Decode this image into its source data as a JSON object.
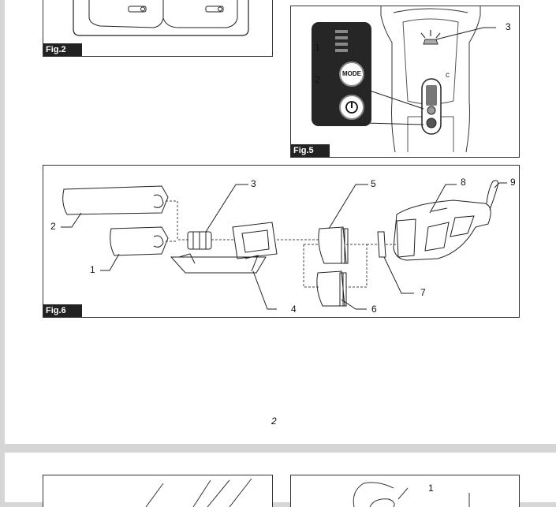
{
  "fig2": {
    "label": "Fig.2"
  },
  "fig5": {
    "label": "Fig.5",
    "mode_text": "MODE",
    "callouts": [
      "1",
      "2",
      "3"
    ]
  },
  "fig6": {
    "label": "Fig.6",
    "callouts": [
      "1",
      "2",
      "3",
      "4",
      "5",
      "6",
      "7",
      "8",
      "9"
    ]
  },
  "page_number": "2",
  "page2_callout": "1"
}
